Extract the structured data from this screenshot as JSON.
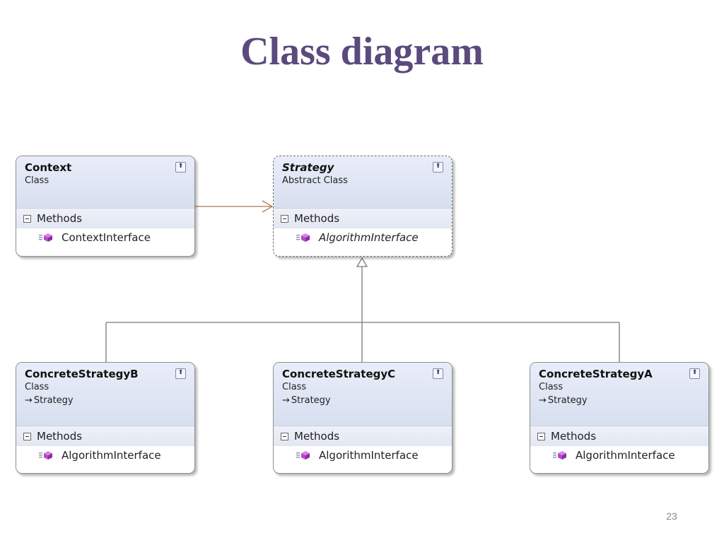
{
  "title": "Class diagram",
  "page_number": "23",
  "classes": {
    "context": {
      "name": "Context",
      "stereotype": "Class",
      "section": "Methods",
      "methods": [
        "ContextInterface"
      ]
    },
    "strategy": {
      "name": "Strategy",
      "stereotype": "Abstract Class",
      "section": "Methods",
      "methods": [
        "AlgorithmInterface"
      ]
    },
    "concrete_b": {
      "name": "ConcreteStrategyB",
      "stereotype": "Class",
      "inherits": "Strategy",
      "section": "Methods",
      "methods": [
        "AlgorithmInterface"
      ]
    },
    "concrete_c": {
      "name": "ConcreteStrategyC",
      "stereotype": "Class",
      "inherits": "Strategy",
      "section": "Methods",
      "methods": [
        "AlgorithmInterface"
      ]
    },
    "concrete_a": {
      "name": "ConcreteStrategyA",
      "stereotype": "Class",
      "inherits": "Strategy",
      "section": "Methods",
      "methods": [
        "AlgorithmInterface"
      ]
    }
  },
  "relations": [
    {
      "from": "Context",
      "to": "Strategy",
      "kind": "association"
    },
    {
      "from": "ConcreteStrategyB",
      "to": "Strategy",
      "kind": "inheritance"
    },
    {
      "from": "ConcreteStrategyC",
      "to": "Strategy",
      "kind": "inheritance"
    },
    {
      "from": "ConcreteStrategyA",
      "to": "Strategy",
      "kind": "inheritance"
    }
  ],
  "colors": {
    "title": "#5b4a7e",
    "header_fill": "#dde3f2",
    "association_line": "#b07a55",
    "inheritance_line": "#7a7a7a",
    "method_icon": "#b04cc4"
  },
  "icons": {
    "collapse": "double-chevron-up-icon",
    "section_toggle": "minus-box-icon",
    "method": "method-cube-icon",
    "inherit": "inherit-arrow-icon"
  }
}
